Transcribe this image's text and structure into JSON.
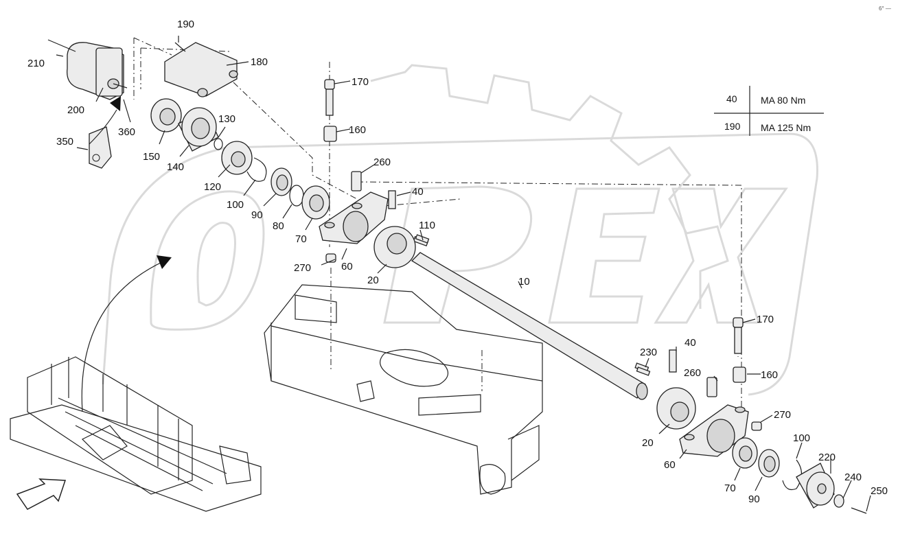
{
  "watermark": "OPEX",
  "torque_table": {
    "rows": [
      {
        "part": "40",
        "torque": "MA 80 Nm"
      },
      {
        "part": "190",
        "torque": "MA 125 Nm"
      }
    ]
  },
  "callouts": {
    "c10": "10",
    "c20a": "20",
    "c20b": "20",
    "c40a": "40",
    "c40b": "40",
    "c60a": "60",
    "c60b": "60",
    "c70a": "70",
    "c70b": "70",
    "c80": "80",
    "c90a": "90",
    "c90b": "90",
    "c100a": "100",
    "c100b": "100",
    "c110": "110",
    "c120": "120",
    "c130": "130",
    "c140": "140",
    "c150": "150",
    "c160a": "160",
    "c160b": "160",
    "c170a": "170",
    "c170b": "170",
    "c180": "180",
    "c190": "190",
    "c200": "200",
    "c210": "210",
    "c220": "220",
    "c230": "230",
    "c240": "240",
    "c250": "250",
    "c260a": "260",
    "c260b": "260",
    "c270a": "270",
    "c270b": "270",
    "c350": "350",
    "c360": "360"
  },
  "corner_mark": "6° — "
}
